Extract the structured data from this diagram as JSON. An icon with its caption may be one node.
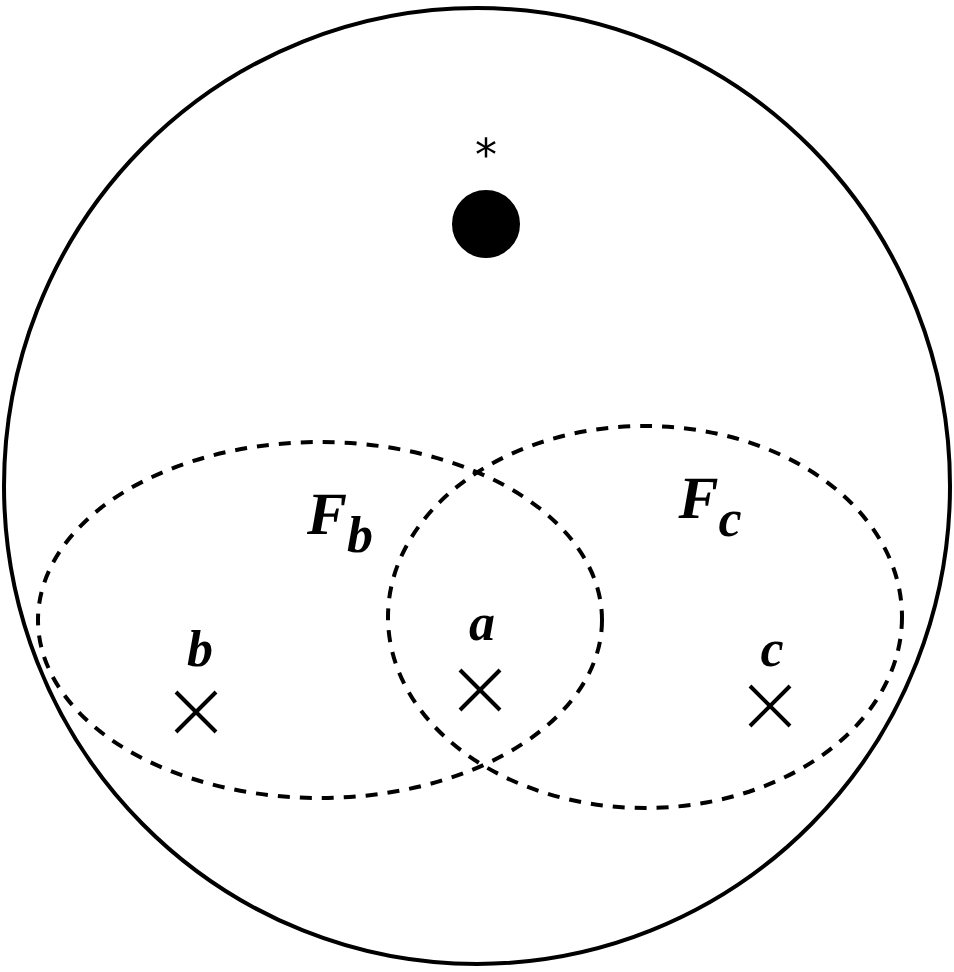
{
  "diagram": {
    "nodes": [
      {
        "text": [],
        "shape": "circle"
      },
      {
        "text": [
          "F$_{b}$"
        ],
        "in": 0
      },
      {
        "text": [
          "F$_{c}$"
        ],
        "in": 0
      },
      {
        "text": [],
        "shape": "circle",
        "beside": [
          "*"
        ],
        "in": 0
      }
    ],
    "edges": [],
    "labels": [
      "b",
      "a",
      "c"
    ]
  }
}
